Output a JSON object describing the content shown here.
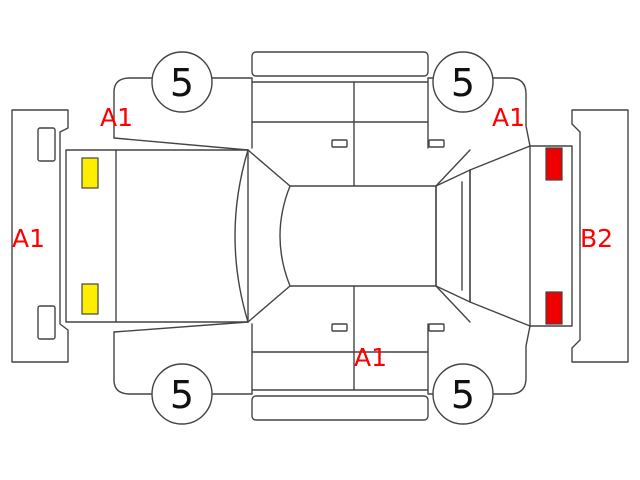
{
  "colors": {
    "outline": "#444444",
    "damage_code": "#ff0000",
    "marker_yellow": "#ffee00",
    "marker_red": "#ee0000"
  },
  "tires": {
    "front_left": "5",
    "front_right": "5",
    "rear_left": "5",
    "rear_right": "5"
  },
  "damage_codes": {
    "front_bumper": "A1",
    "front_left_fender": "A1",
    "front_right_fender": "A1",
    "right_side": "A1",
    "rear_bumper": "B2"
  }
}
